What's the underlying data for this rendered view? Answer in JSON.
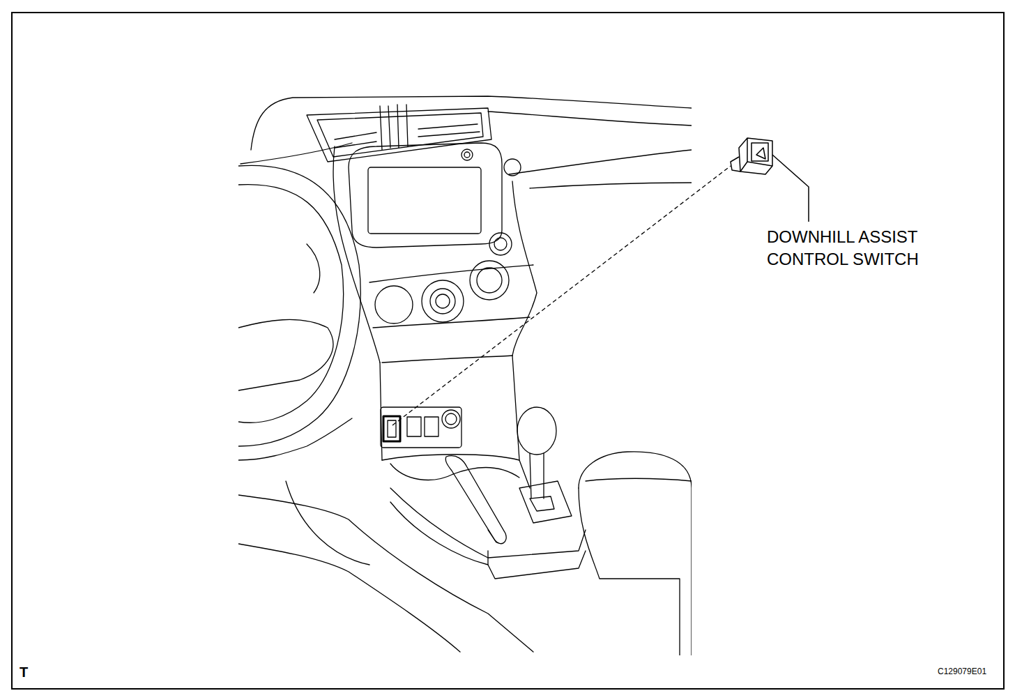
{
  "diagram": {
    "labels": [
      "DOWNHILL ASSIST CONTROL SWITCH",
      "T",
      "C129079E01"
    ]
  }
}
